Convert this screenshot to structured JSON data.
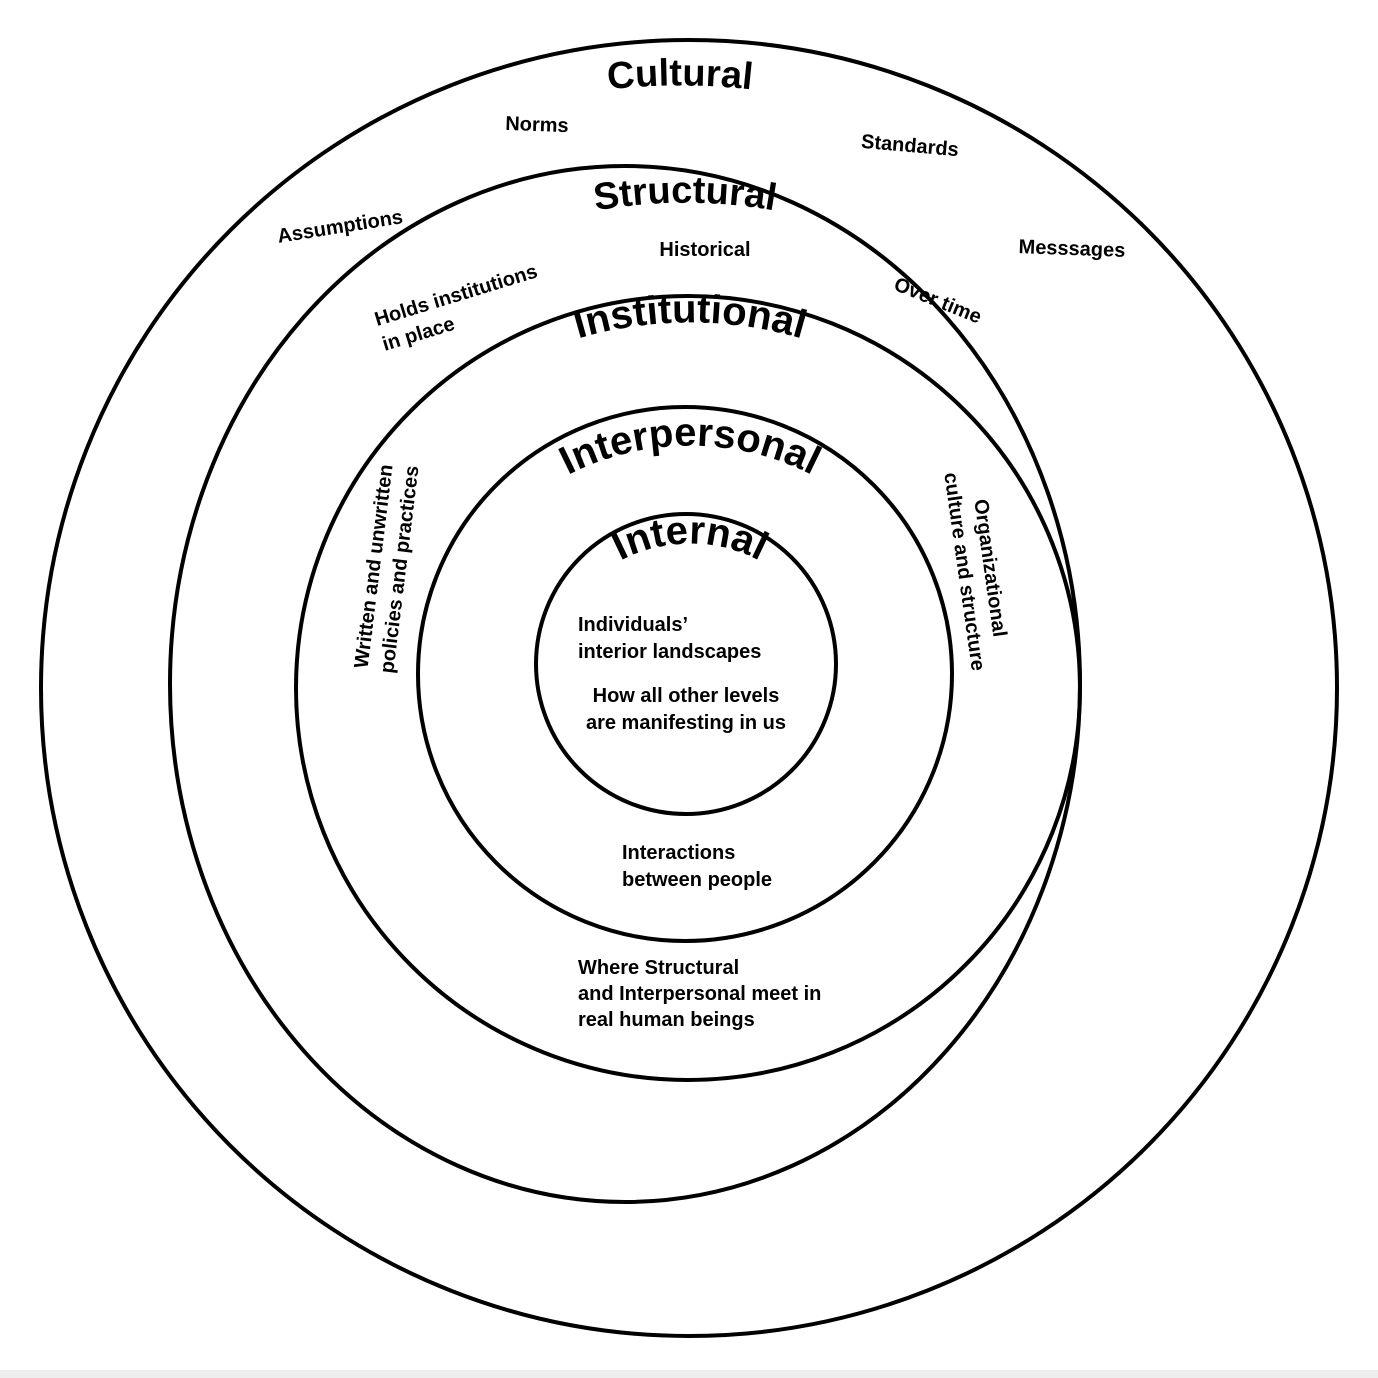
{
  "colors": {
    "background": "#ffffff",
    "stroke": "#000000",
    "text": "#000000"
  },
  "levels": {
    "cultural": {
      "title": "Cultural",
      "notes": {
        "norms": "Norms",
        "standards": "Standards",
        "assumptions": "Assumptions",
        "messages": "Messsages"
      }
    },
    "structural": {
      "title": "Structural",
      "notes": {
        "holds_line1": "Holds institutions",
        "holds_line2": "in place",
        "historical": "Historical",
        "over_time": "Over time"
      }
    },
    "institutional": {
      "title": "Institutional",
      "notes": {
        "policies_line1": "Written and unwritten",
        "policies_line2": "policies and practices",
        "org_line1": "Organizational",
        "org_line2": "culture and structure",
        "meet_line1": "Where Structural",
        "meet_line2": "and Interpersonal meet in",
        "meet_line3": "real human beings"
      }
    },
    "interpersonal": {
      "title": "Interpersonal",
      "notes": {
        "interactions_line1": "Interactions",
        "interactions_line2": "between people"
      }
    },
    "internal": {
      "title": "Internal",
      "notes": {
        "landscapes_line1": "Individuals’",
        "landscapes_line2": "interior landscapes",
        "manifest_line1": "How all other levels",
        "manifest_line2": "are manifesting in us"
      }
    }
  }
}
